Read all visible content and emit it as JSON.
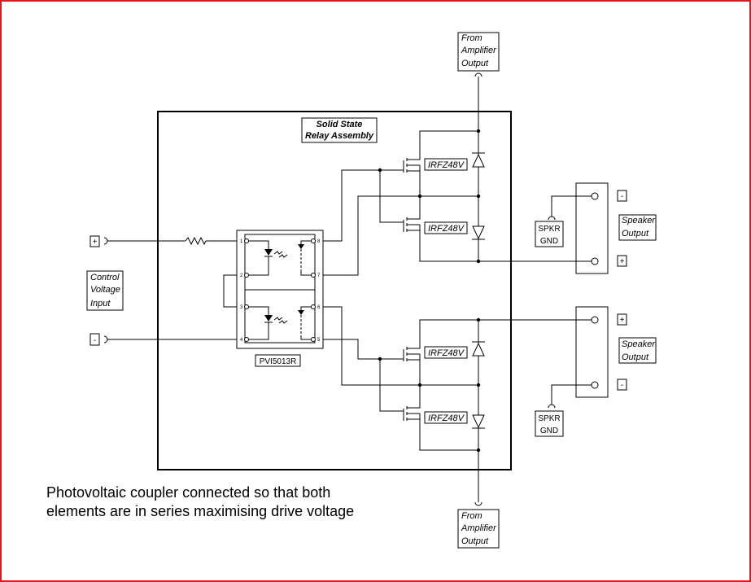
{
  "colors": {
    "frame": "#e8141c",
    "ink": "#000000",
    "background": "#ffffff"
  },
  "labels": {
    "relay_title_1": "Solid State",
    "relay_title_2": "Relay Assembly",
    "from_amp_1": "From",
    "from_amp_2": "Amplifier",
    "from_amp_3": "Output",
    "control_1": "Control",
    "control_2": "Voltage",
    "control_3": "Input",
    "plus": "+",
    "minus": "-",
    "mosfet": "IRFZ48V",
    "coupler": "PVI5013R",
    "spkr_1": "SPKR",
    "spkr_2": "GND",
    "speaker_1": "Speaker",
    "speaker_2": "Output",
    "pin_1": "1",
    "pin_2": "2",
    "pin_3": "3",
    "pin_4": "4",
    "pin_5": "5",
    "pin_6": "6",
    "pin_7": "7",
    "pin_8": "8"
  },
  "caption": {
    "line1": "Photovoltaic coupler connected so that both",
    "line2": "elements are in series maximising drive voltage"
  }
}
